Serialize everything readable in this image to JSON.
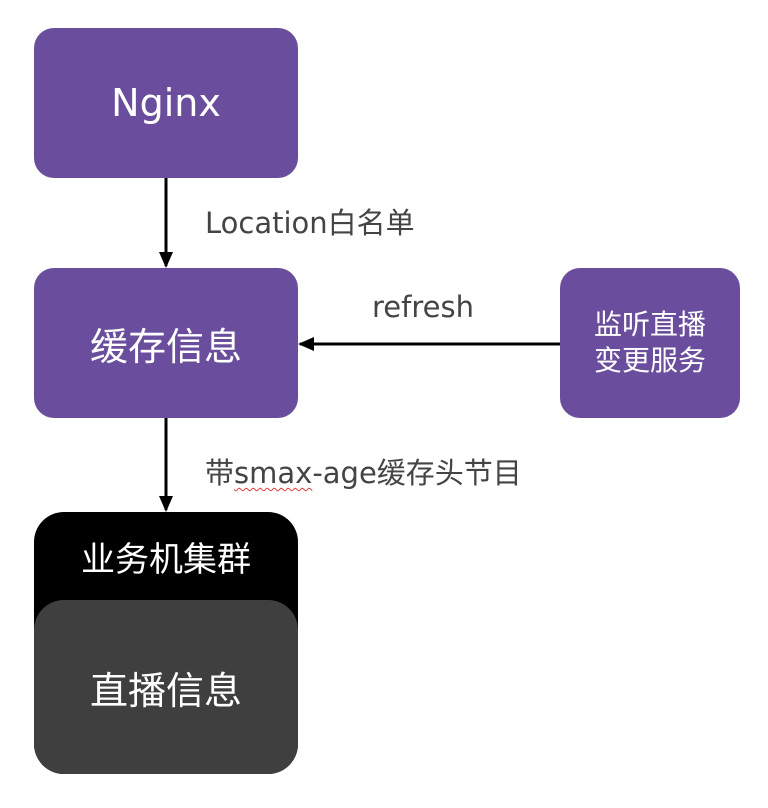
{
  "nodes": {
    "nginx": {
      "label": "Nginx"
    },
    "cache": {
      "label": "缓存信息"
    },
    "listen_service": {
      "line1": "监听直播",
      "line2": "变更服务"
    },
    "cluster": {
      "title": "业务机集群",
      "content": "直播信息"
    }
  },
  "edges": {
    "nginx_to_cache": {
      "label": "Location白名单"
    },
    "listen_to_cache": {
      "label": "refresh"
    },
    "cache_to_cluster": {
      "label_prefix": "带",
      "label_spell": "smax",
      "label_suffix": "-age缓存头节目"
    }
  },
  "colors": {
    "node_purple": "#6a4e9d",
    "cluster_black": "#000000",
    "cluster_inner_gray": "#3f3f3f",
    "edge_label_text": "#444444",
    "arrow": "#000000"
  }
}
